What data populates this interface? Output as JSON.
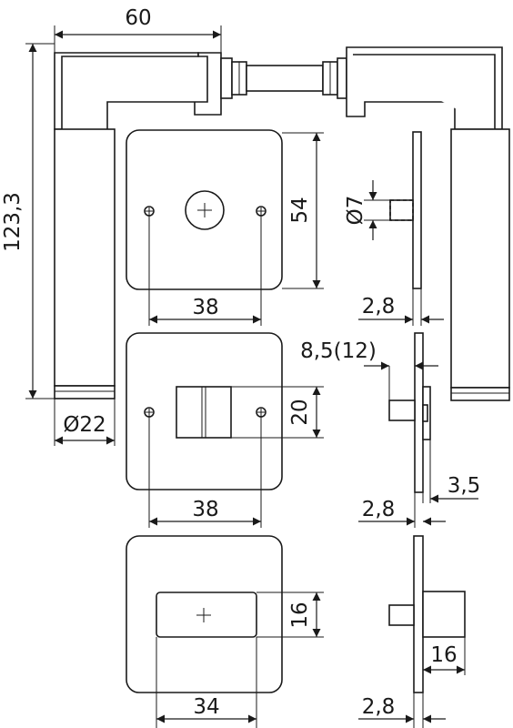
{
  "dimensions": {
    "lever_length": "60",
    "total_height": "123,3",
    "rose_diameter": "Ø22",
    "rose_height": "54",
    "hole_spacing_top": "38",
    "spindle_diameter": "Ø7",
    "plate_thickness_top": "2,8",
    "latch_offset": "8,5(12)",
    "latch_height": "20",
    "hole_spacing_middle": "38",
    "latch_protrusion": "3,5",
    "plate_thickness_middle": "2,8",
    "window_height": "16",
    "window_width": "34",
    "latch_depth": "16",
    "plate_thickness_bottom": "2,8"
  }
}
